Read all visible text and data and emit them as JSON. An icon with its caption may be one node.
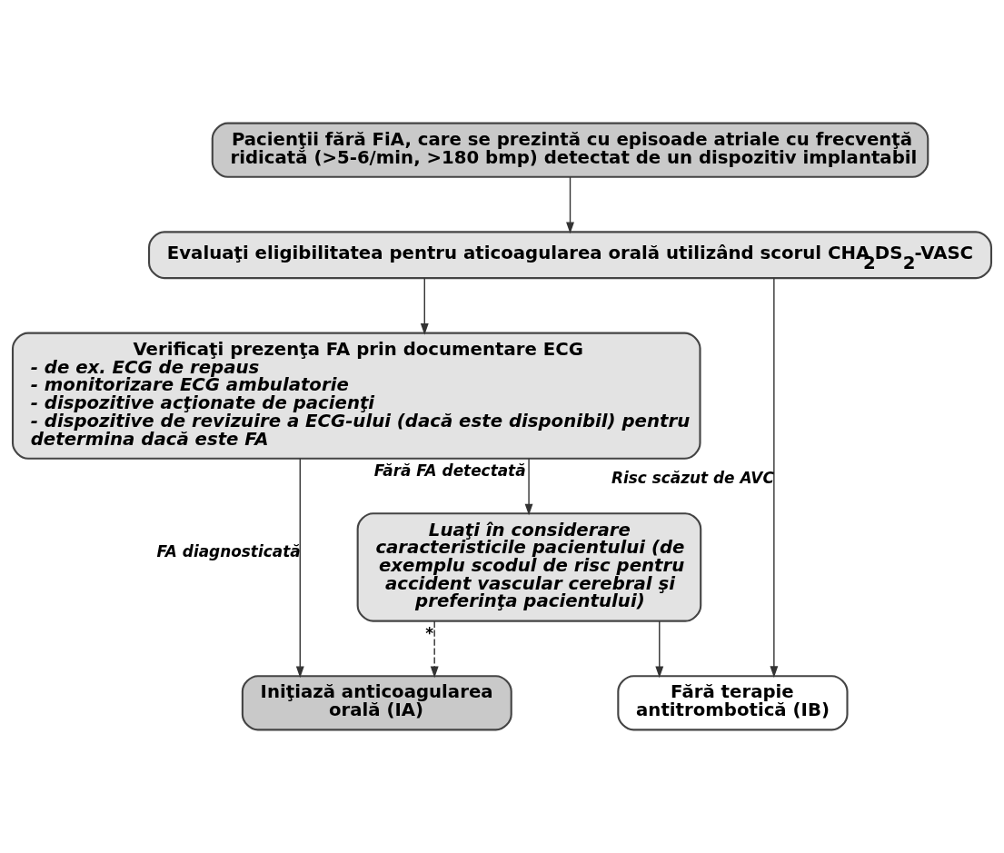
{
  "diagram": {
    "nodes": [
      {
        "text": [
          "Pacienţii fără FiA, care se prezintă cu episoade atriale cu frecvenţă ridicată (>5-6/min, >180 bmp) detectat de un dispozitiv implantabil"
        ]
      },
      {
        "text": [
          "Evaluaţi eligibilitatea pentru aticoagularea orală utilizând scorul CHA$_{2}$DS$_{2}$-VASC"
        ]
      },
      {
        "text": [
          "Verificaţi prezenţa FA prin documentare ECG",
          "- de ex. ECG de repaus",
          "- monitorizare ECG ambulatorie",
          "- dispozitive acţionate de pacienţi",
          "- dispozitive de revizuire a ECG-ului (dacă este disponibil) pentru determina dacă este FA"
        ]
      },
      {
        "text": [
          "Luaţi în considerare caracteristicile pacientului (de exemplu scodul de risc pentru accident vascular cerebral şi preferinţa pacientului)"
        ]
      },
      {
        "text": [
          "Fără terapie antitrombotică (IB)"
        ]
      },
      {
        "text": [
          "Iniţiază anticoagularea orală (IA)"
        ]
      }
    ],
    "edges": [
      {
        "from": 0,
        "to": 1,
        "arrow": "to"
      },
      {
        "from": 1,
        "to": 2,
        "arrow": "to"
      },
      {
        "from": 1,
        "to": 4,
        "arrow": "to",
        "label": "Risc scăzut de AVC"
      },
      {
        "from": 2,
        "to": 3,
        "arrow": "to",
        "label": "Fără FA detectată"
      },
      {
        "from": 2,
        "to": 5,
        "arrow": "to",
        "label": "FA diagnosticată"
      },
      {
        "from": 3,
        "to": 4,
        "arrow": "to"
      },
      {
        "from": 3,
        "to": 5,
        "arrow": "to",
        "label": "*",
        "style": "dashed"
      }
    ]
  }
}
